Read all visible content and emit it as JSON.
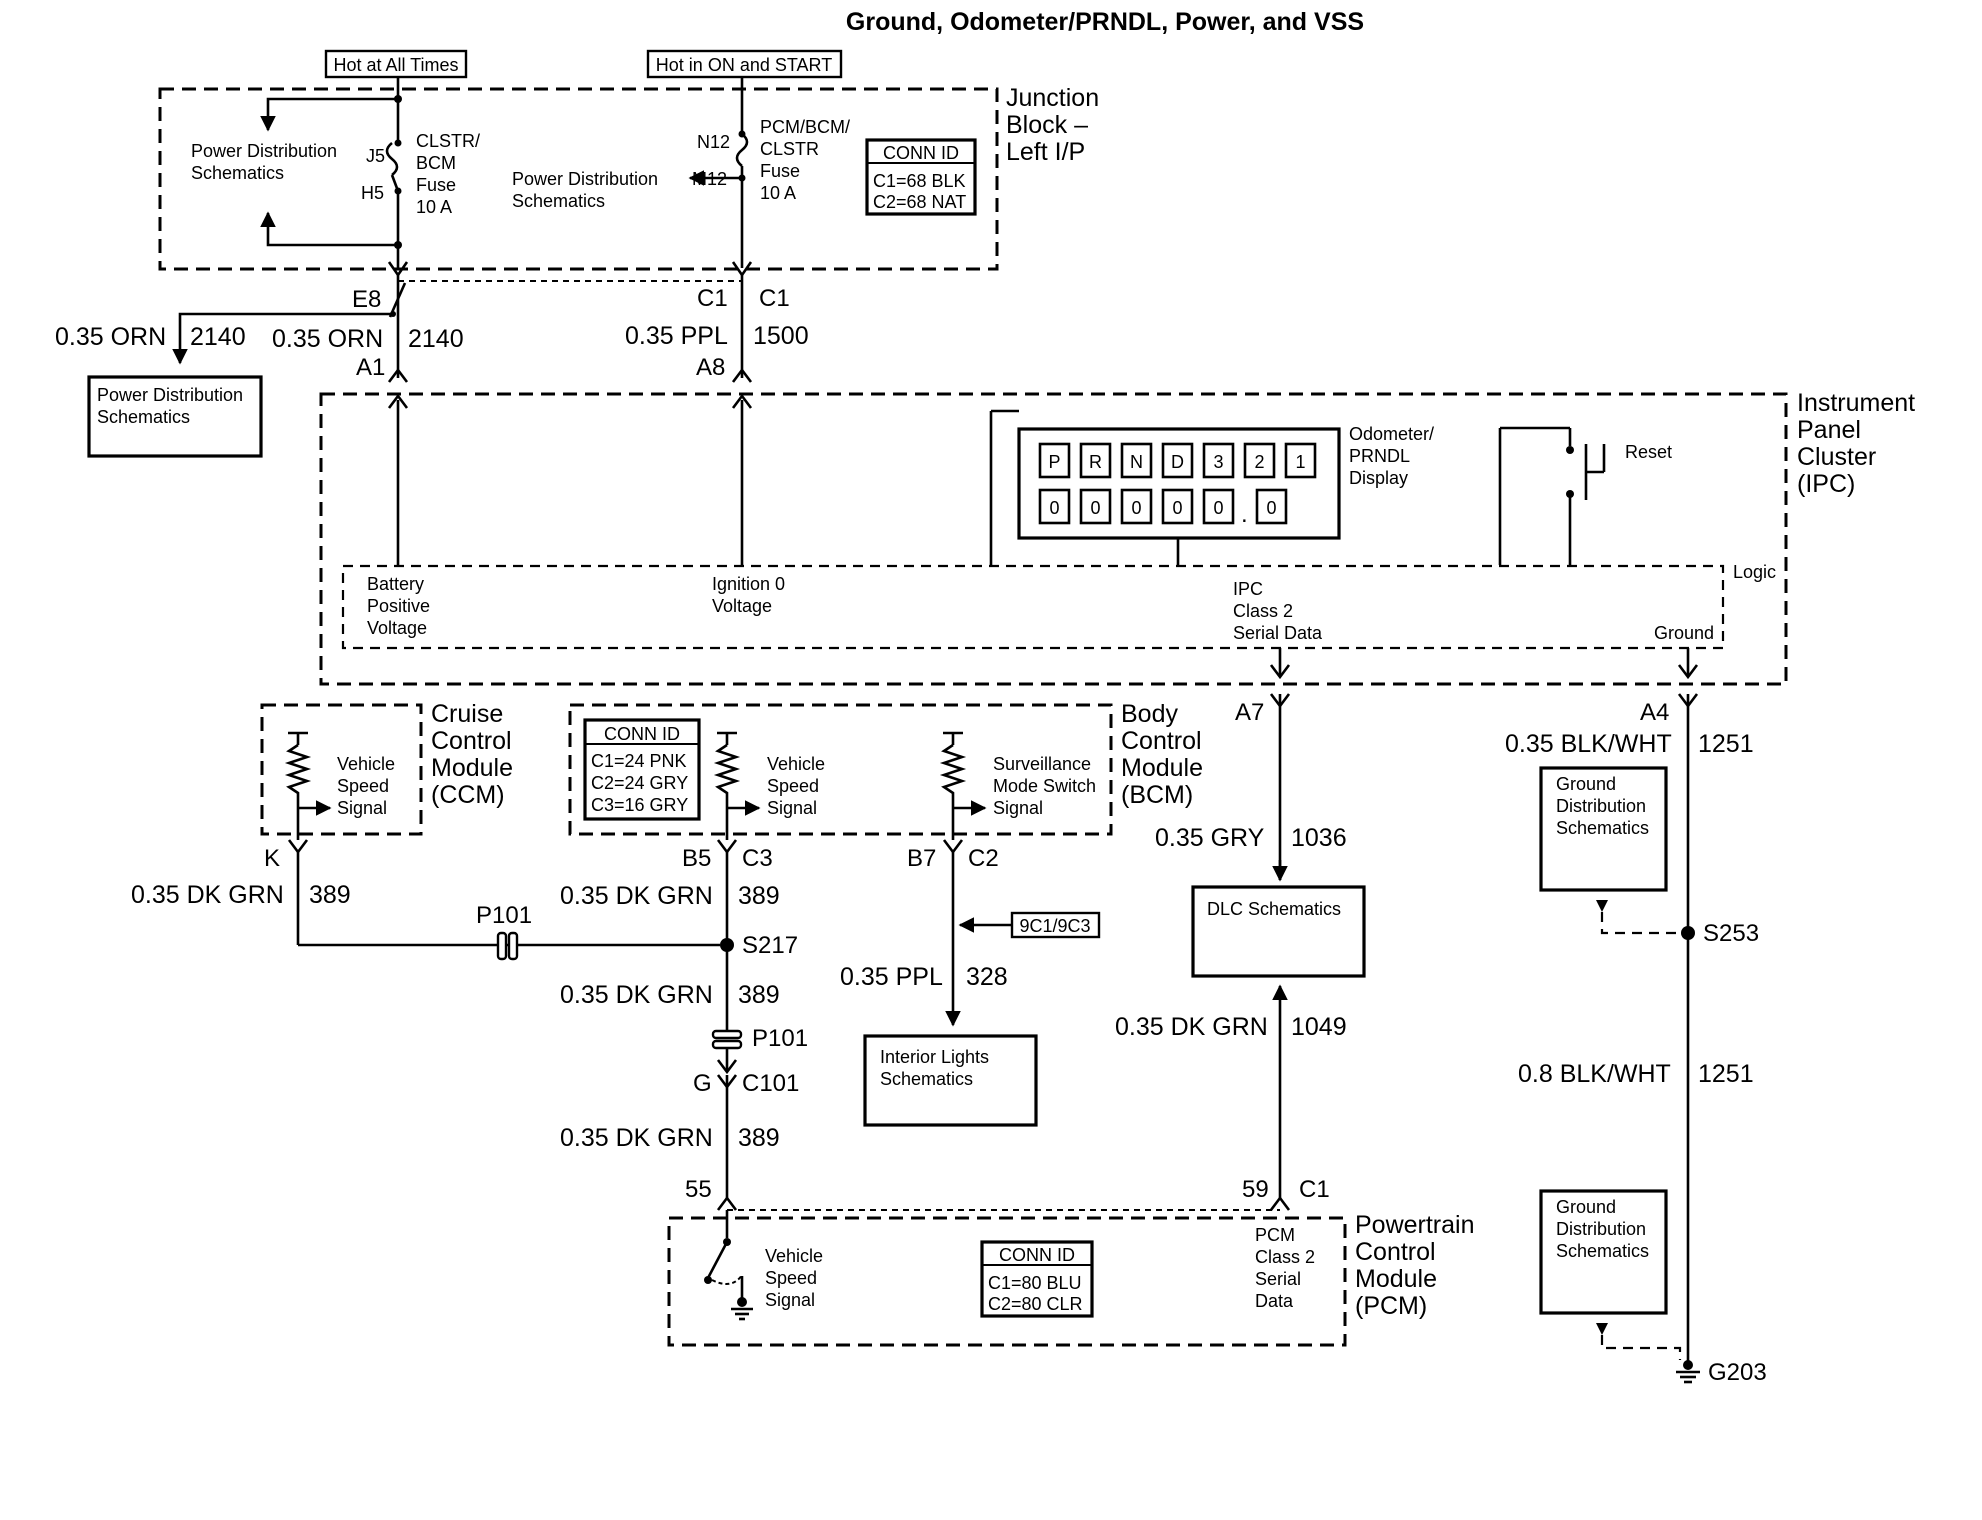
{
  "title": "Ground, Odometer/PRNDL, Power, and VSS",
  "hot_labels": {
    "always": "Hot at All Times",
    "on_start": "Hot in ON and START"
  },
  "junction_block": {
    "name": [
      "Junction",
      "Block –",
      "Left I/P"
    ],
    "pd_left": [
      "Power Distribution",
      "Schematics"
    ],
    "pd_mid": [
      "Power Distribution",
      "Schematics"
    ],
    "fuse1": {
      "pin_top": "J5",
      "pin_bottom": "H5",
      "text": [
        "CLSTR/",
        "BCM",
        "Fuse",
        "10 A"
      ]
    },
    "fuse2": {
      "pin_top": "N12",
      "pin_bottom": "M12",
      "text": [
        "PCM/BCM/",
        "CLSTR",
        "Fuse",
        "10 A"
      ]
    },
    "conn_id": {
      "header": "CONN ID",
      "lines": [
        "C1=68 BLK",
        "C2=68 NAT"
      ]
    }
  },
  "wires": {
    "e8": "E8",
    "orn_left": {
      "gauge": "0.35 ORN",
      "circuit": "2140"
    },
    "orn_right": {
      "gauge": "0.35 ORN",
      "circuit": "2140"
    },
    "a1": "A1",
    "c1a": "C1",
    "c1b": "C1",
    "ppl": {
      "gauge": "0.35 PPL",
      "circuit": "1500"
    },
    "a8": "A8",
    "a7": "A7",
    "gry": {
      "gauge": "0.35 GRY",
      "circuit": "1036"
    },
    "a4": "A4",
    "blk1": {
      "gauge": "0.35 BLK/WHT",
      "circuit": "1251"
    },
    "blk2": {
      "gauge": "0.8 BLK/WHT",
      "circuit": "1251"
    },
    "s253": "S253",
    "g203": "G203",
    "k": "K",
    "grn1": {
      "gauge": "0.35 DK GRN",
      "circuit": "389"
    },
    "p101a": "P101",
    "b5": "B5",
    "c3": "C3",
    "grn2": {
      "gauge": "0.35 DK GRN",
      "circuit": "389"
    },
    "s217": "S217",
    "grn3": {
      "gauge": "0.35 DK GRN",
      "circuit": "389"
    },
    "p101b": "P101",
    "g": "G",
    "c101": "C101",
    "grn4": {
      "gauge": "0.35 DK GRN",
      "circuit": "389"
    },
    "pin55": "55",
    "b7": "B7",
    "c2": "C2",
    "ppl2": {
      "gauge": "0.35 PPL",
      "circuit": "328"
    },
    "tag9c": "9C1/9C3",
    "grn1049": {
      "gauge": "0.35 DK GRN",
      "circuit": "1049"
    },
    "pin59": "59",
    "c1pcm": "C1"
  },
  "pd_schem_box": [
    "Power Distribution",
    "Schematics"
  ],
  "ipc": {
    "name": [
      "Instrument",
      "Panel",
      "Cluster",
      "(IPC)"
    ],
    "prndl": [
      "P",
      "R",
      "N",
      "D",
      "3",
      "2",
      "1"
    ],
    "odo": [
      "0",
      "0",
      "0",
      "0",
      "0",
      "0"
    ],
    "odo_dot": ".",
    "display_label": [
      "Odometer/",
      "PRNDL",
      "Display"
    ],
    "reset": "Reset",
    "logic": "Logic",
    "batt": [
      "Battery",
      "Positive",
      "Voltage"
    ],
    "ign": [
      "Ignition 0",
      "Voltage"
    ],
    "serial": [
      "IPC",
      "Class 2",
      "Serial Data"
    ],
    "ground": "Ground"
  },
  "ccm": {
    "name": [
      "Cruise",
      "Control",
      "Module",
      "(CCM)"
    ],
    "signal": [
      "Vehicle",
      "Speed",
      "Signal"
    ]
  },
  "bcm": {
    "name": [
      "Body",
      "Control",
      "Module",
      "(BCM)"
    ],
    "conn_id": {
      "header": "CONN ID",
      "lines": [
        "C1=24 PNK",
        "C2=24 GRY",
        "C3=16 GRY"
      ]
    },
    "vss": [
      "Vehicle",
      "Speed",
      "Signal"
    ],
    "surv": [
      "Surveillance",
      "Mode Switch",
      "Signal"
    ]
  },
  "ground_box1": [
    "Ground",
    "Distribution",
    "Schematics"
  ],
  "ground_box2": [
    "Ground",
    "Distribution",
    "Schematics"
  ],
  "dlc": "DLC Schematics",
  "interior": [
    "Interior Lights",
    "Schematics"
  ],
  "pcm": {
    "name": [
      "Powertrain",
      "Control",
      "Module",
      "(PCM)"
    ],
    "vss": [
      "Vehicle",
      "Speed",
      "Signal"
    ],
    "conn_id": {
      "header": "CONN ID",
      "lines": [
        "C1=80 BLU",
        "C2=80 CLR"
      ]
    },
    "serial": [
      "PCM",
      "Class 2",
      "Serial",
      "Data"
    ]
  }
}
